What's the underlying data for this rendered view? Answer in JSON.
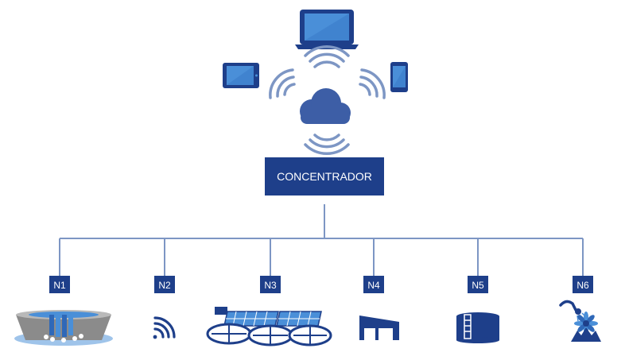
{
  "diagram": {
    "concentrator": {
      "label": "CONCENTRADOR"
    },
    "nodes": [
      {
        "label": "N1",
        "icon": "water-treatment-icon"
      },
      {
        "label": "N2",
        "icon": "wireless-signal-icon"
      },
      {
        "label": "N3",
        "icon": "clarifier-plant-icon"
      },
      {
        "label": "N4",
        "icon": "building-icon"
      },
      {
        "label": "N5",
        "icon": "water-tank-icon"
      },
      {
        "label": "N6",
        "icon": "pump-station-icon"
      }
    ],
    "devices": [
      "laptop-icon",
      "tablet-icon",
      "smartphone-icon"
    ],
    "colors": {
      "primary": "#1e3f8a",
      "line": "#7d96c4",
      "cloud": "#3d5ea6",
      "screen": "#4a8fd8",
      "grey": "#8b8b8b"
    }
  }
}
